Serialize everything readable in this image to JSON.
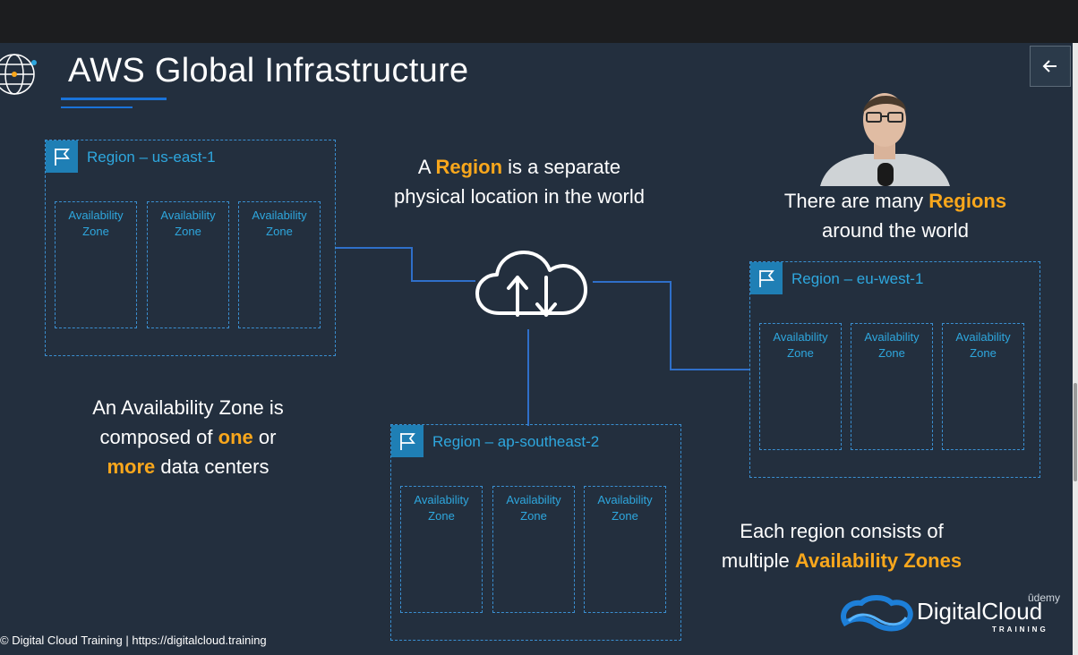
{
  "slide": {
    "title": "AWS Global Infrastructure",
    "regions": [
      {
        "name": "Region – us-east-1",
        "azs": [
          "Availability Zone",
          "Availability Zone",
          "Availability Zone"
        ]
      },
      {
        "name": "Region – eu-west-1",
        "azs": [
          "Availability Zone",
          "Availability Zone",
          "Availability Zone"
        ]
      },
      {
        "name": "Region – ap-southeast-2",
        "azs": [
          "Availability Zone",
          "Availability Zone",
          "Availability Zone"
        ]
      }
    ],
    "region_text": {
      "p1": "A ",
      "hl": "Region",
      "p2": " is a separate",
      "line2": "physical location in the world"
    },
    "many_text": {
      "p1": "There are many ",
      "hl": "Regions",
      "line2": "around the world"
    },
    "az_text": {
      "line1": "An Availability Zone is",
      "p1": "composed of ",
      "hl1": "one",
      "p2": " or",
      "hl2": "more",
      "p3": " data centers"
    },
    "each_text": {
      "line1": "Each region consists of",
      "p1": "multiple ",
      "hl": "Availability Zones"
    },
    "footer": "© Digital Cloud Training  | https://digitalcloud.training",
    "brand": {
      "name": "DigitalCloud",
      "sub": "TRAINING"
    },
    "udemy": "ûdemy"
  },
  "icons": [
    "globe-icon",
    "back-arrow-icon",
    "flag-icon",
    "cloud-upload-download-icon",
    "digitalcloud-logo-icon"
  ],
  "colors": {
    "background": "#232f3e",
    "accent_blue": "#2ea7de",
    "highlight": "#f9a71c",
    "connector": "#2f6fc9"
  }
}
